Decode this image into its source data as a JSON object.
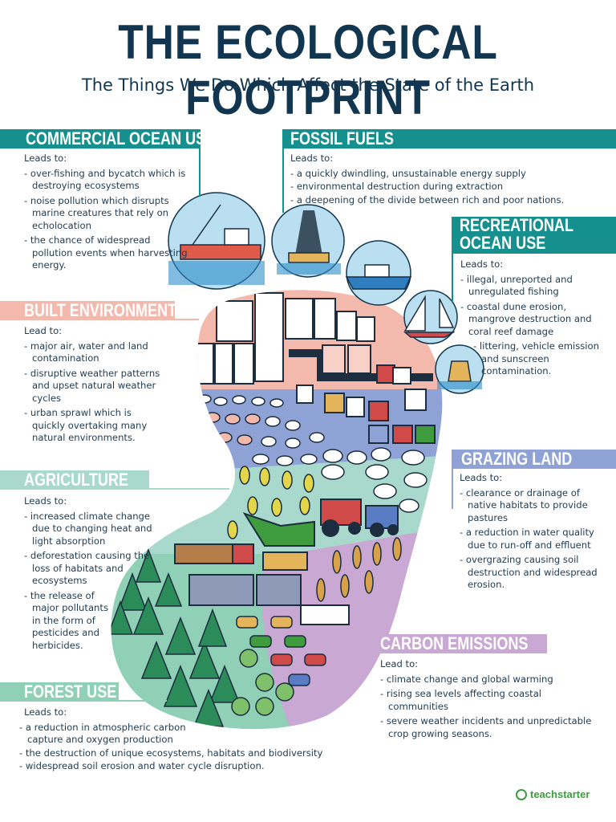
{
  "title": "THE ECOLOGICAL FOOTPRINT",
  "subtitle": "The Things We Do Which Affect the State of the Earth",
  "colors": {
    "navy": "#12364f",
    "teal": "#16908f",
    "salmon": "#f4b9ad",
    "mint": "#a9d8cd",
    "lavender": "#c9a9d3",
    "periwinkle": "#8ea2d6",
    "green": "#3e9b3e"
  },
  "sections": {
    "commercial_ocean_use": {
      "heading": "COMMERCIAL OCEAN USE",
      "lead": "Leads to:",
      "items": [
        "over-fishing and bycatch which is destroying ecosystems",
        "noise pollution which disrupts marine creatures that rely on echolocation",
        "the chance of widespread pollution events when harvesting energy."
      ]
    },
    "fossil_fuels": {
      "heading": "FOSSIL FUELS",
      "lead": "Leads to:",
      "items": [
        "a quickly dwindling, unsustainable energy supply",
        "environmental destruction during extraction",
        "a deepening of the divide between rich and poor nations."
      ]
    },
    "recreational_ocean_use": {
      "heading_line1": "RECREATIONAL",
      "heading_line2": "OCEAN USE",
      "lead": "Leads to:",
      "items": [
        "illegal, unreported and unregulated fishing",
        "coastal dune erosion, mangrove destruction and coral reef damage",
        "littering, vehicle emission and sunscreen contamination."
      ]
    },
    "built_environments": {
      "heading": "BUILT ENVIRONMENTS",
      "lead": "Lead to:",
      "items": [
        "major air, water and land contamination",
        "disruptive weather patterns and upset natural weather cycles",
        "urban sprawl which is quickly overtaking many natural environments."
      ]
    },
    "grazing_land": {
      "heading": "GRAZING LAND",
      "lead": "Leads to:",
      "items": [
        "clearance or drainage of native habitats to provide pastures",
        "a reduction in water quality due to run-off and effluent",
        "overgrazing causing soil destruction and widespread erosion."
      ]
    },
    "agriculture": {
      "heading": "AGRICULTURE",
      "lead": "Leads to:",
      "items": [
        "increased climate change due to changing heat and light absorption",
        "deforestation causing the loss of habitats and ecosystems",
        "the release of major pollutants in the form of pesticides and herbicides."
      ]
    },
    "carbon_emissions": {
      "heading": "CARBON EMISSIONS",
      "lead": "Lead to:",
      "items": [
        "climate change and global warming",
        "rising sea levels affecting coastal communities",
        "severe weather incidents and unpredictable crop growing seasons."
      ]
    },
    "forest_use": {
      "heading": "FOREST USE",
      "lead": "Leads to:",
      "items": [
        "a reduction in atmospheric carbon capture and oxygen production",
        "the destruction of unique ecosystems, habitats and biodiversity",
        "widespread soil erosion and water cycle disruption."
      ]
    }
  },
  "logo_text": "teachstarter"
}
